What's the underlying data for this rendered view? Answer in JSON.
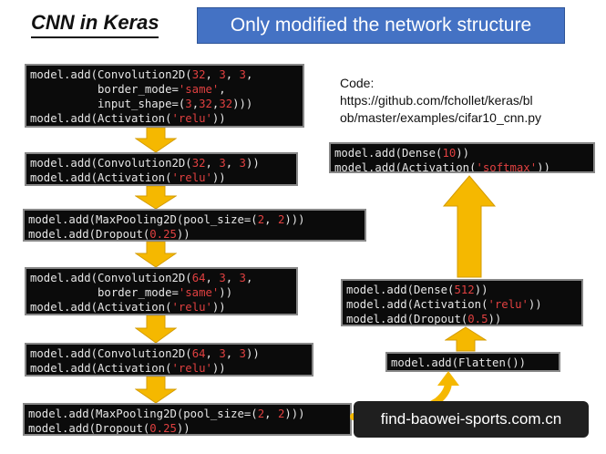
{
  "header": {
    "title": "CNN in Keras",
    "banner": "Only modified the network structure"
  },
  "note": {
    "label": "Code:",
    "url_line1": "https://github.com/fchollet/keras/bl",
    "url_line2": "ob/master/examples/cifar10_cnn.py"
  },
  "left_blocks": [
    {
      "lines": [
        [
          [
            "model.add(Convolution2D(",
            ""
          ],
          [
            "32",
            "n"
          ],
          [
            ", ",
            ""
          ],
          [
            "3",
            "n"
          ],
          [
            ", ",
            ""
          ],
          [
            "3",
            "n"
          ],
          [
            ",",
            ""
          ]
        ],
        [
          [
            "          border_mode=",
            ""
          ],
          [
            "'same'",
            "s"
          ],
          [
            ",",
            ""
          ]
        ],
        [
          [
            "          input_shape=(",
            ""
          ],
          [
            "3",
            "n"
          ],
          [
            ",",
            ""
          ],
          [
            "32",
            "n"
          ],
          [
            ",",
            ""
          ],
          [
            "32",
            "n"
          ],
          [
            ")))",
            ""
          ]
        ],
        [
          [
            "model.add(Activation(",
            ""
          ],
          [
            "'relu'",
            "s"
          ],
          [
            "))",
            ""
          ]
        ]
      ]
    },
    {
      "lines": [
        [
          [
            "model.add(Convolution2D(",
            ""
          ],
          [
            "32",
            "n"
          ],
          [
            ", ",
            ""
          ],
          [
            "3",
            "n"
          ],
          [
            ", ",
            ""
          ],
          [
            "3",
            "n"
          ],
          [
            "))",
            ""
          ]
        ],
        [
          [
            "model.add(Activation(",
            ""
          ],
          [
            "'relu'",
            "s"
          ],
          [
            "))",
            ""
          ]
        ]
      ]
    },
    {
      "lines": [
        [
          [
            "model.add(MaxPooling2D(pool_size=(",
            ""
          ],
          [
            "2",
            "n"
          ],
          [
            ", ",
            ""
          ],
          [
            "2",
            "n"
          ],
          [
            ")))",
            ""
          ]
        ],
        [
          [
            "model.add(Dropout(",
            ""
          ],
          [
            "0.25",
            "n"
          ],
          [
            "))",
            ""
          ]
        ]
      ]
    },
    {
      "lines": [
        [
          [
            "model.add(Convolution2D(",
            ""
          ],
          [
            "64",
            "n"
          ],
          [
            ", ",
            ""
          ],
          [
            "3",
            "n"
          ],
          [
            ", ",
            ""
          ],
          [
            "3",
            "n"
          ],
          [
            ",",
            ""
          ]
        ],
        [
          [
            "          border_mode=",
            ""
          ],
          [
            "'same'",
            "s"
          ],
          [
            "))",
            ""
          ]
        ],
        [
          [
            "model.add(Activation(",
            ""
          ],
          [
            "'relu'",
            "s"
          ],
          [
            "))",
            ""
          ]
        ]
      ]
    },
    {
      "lines": [
        [
          [
            "model.add(Convolution2D(",
            ""
          ],
          [
            "64",
            "n"
          ],
          [
            ", ",
            ""
          ],
          [
            "3",
            "n"
          ],
          [
            ", ",
            ""
          ],
          [
            "3",
            "n"
          ],
          [
            "))",
            ""
          ]
        ],
        [
          [
            "model.add(Activation(",
            ""
          ],
          [
            "'relu'",
            "s"
          ],
          [
            "))",
            ""
          ]
        ]
      ]
    },
    {
      "lines": [
        [
          [
            "model.add(MaxPooling2D(pool_size=(",
            ""
          ],
          [
            "2",
            "n"
          ],
          [
            ", ",
            ""
          ],
          [
            "2",
            "n"
          ],
          [
            ")))",
            ""
          ]
        ],
        [
          [
            "model.add(Dropout(",
            ""
          ],
          [
            "0.25",
            "n"
          ],
          [
            "))",
            ""
          ]
        ]
      ]
    }
  ],
  "right_blocks": [
    {
      "lines": [
        [
          [
            "model.add(Dense(",
            ""
          ],
          [
            "10",
            "n"
          ],
          [
            "))",
            ""
          ]
        ],
        [
          [
            "model.add(Activation(",
            ""
          ],
          [
            "'softmax'",
            "s"
          ],
          [
            "))",
            ""
          ]
        ]
      ]
    },
    {
      "lines": [
        [
          [
            "model.add(Dense(",
            ""
          ],
          [
            "512",
            "n"
          ],
          [
            "))",
            ""
          ]
        ],
        [
          [
            "model.add(Activation(",
            ""
          ],
          [
            "'relu'",
            "s"
          ],
          [
            "))",
            ""
          ]
        ],
        [
          [
            "model.add(Dropout(",
            ""
          ],
          [
            "0.5",
            "n"
          ],
          [
            "))",
            ""
          ]
        ]
      ]
    },
    {
      "lines": [
        [
          [
            "model.add(Flatten())",
            ""
          ]
        ]
      ]
    }
  ],
  "watermark": "find-baowei-sports.com.cn",
  "colors": {
    "banner": "#4472c4",
    "arrow": "#f5b800",
    "code_bg": "#0b0b0b",
    "code_text": "#e6e6e6",
    "code_highlight": "#e04040"
  }
}
